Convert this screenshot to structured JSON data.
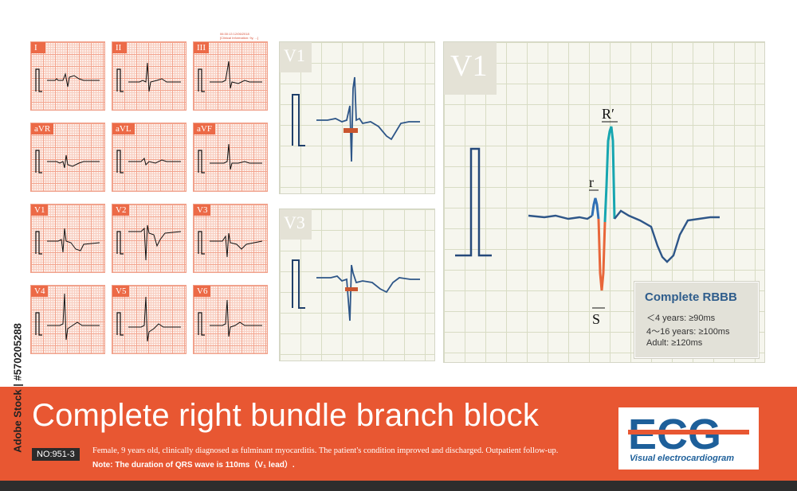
{
  "header_text": [
    "06:30:13  12/06/2018",
    "[Clinical Information: 9y, ...]"
  ],
  "limb_leads": [
    {
      "label": "I"
    },
    {
      "label": "II"
    },
    {
      "label": "III"
    },
    {
      "label": "aVR"
    },
    {
      "label": "aVL"
    },
    {
      "label": "aVF"
    },
    {
      "label": "V1"
    },
    {
      "label": "V2"
    },
    {
      "label": "V3"
    },
    {
      "label": "V4"
    },
    {
      "label": "V5"
    },
    {
      "label": "V6"
    }
  ],
  "mid_panels": [
    {
      "label": "V1"
    },
    {
      "label": "V3"
    }
  ],
  "zoom_panel": {
    "label": "V1",
    "wave_labels": {
      "r": "r",
      "r_prime": "R′",
      "s": "S"
    },
    "colors": {
      "r": "#2f6fb5",
      "r_prime": "#17a6b0",
      "s": "#e8663a",
      "trace": "#2e5688"
    }
  },
  "rbbb_box": {
    "title": "Complete RBBB",
    "lines": [
      "＜4 years: ≥90ms",
      "4～16 years: ≥100ms",
      "Adult: ≥120ms"
    ]
  },
  "banner": {
    "title": "Complete right bundle branch block",
    "number": "NO:951-3",
    "description": "Female, 9 years old, clinically diagnosed as fulminant myocarditis. The patient's condition improved and discharged. Outpatient follow-up.",
    "note": "Note: The duration of QRS wave is 110ms（V₁ lead）."
  },
  "logo": {
    "text": "ECG",
    "subtitle": "Visual electrocardiogram",
    "colors": {
      "blue": "#1d5f9a",
      "red": "#e85732"
    }
  },
  "watermark": "Adobe Stock | #570205288"
}
